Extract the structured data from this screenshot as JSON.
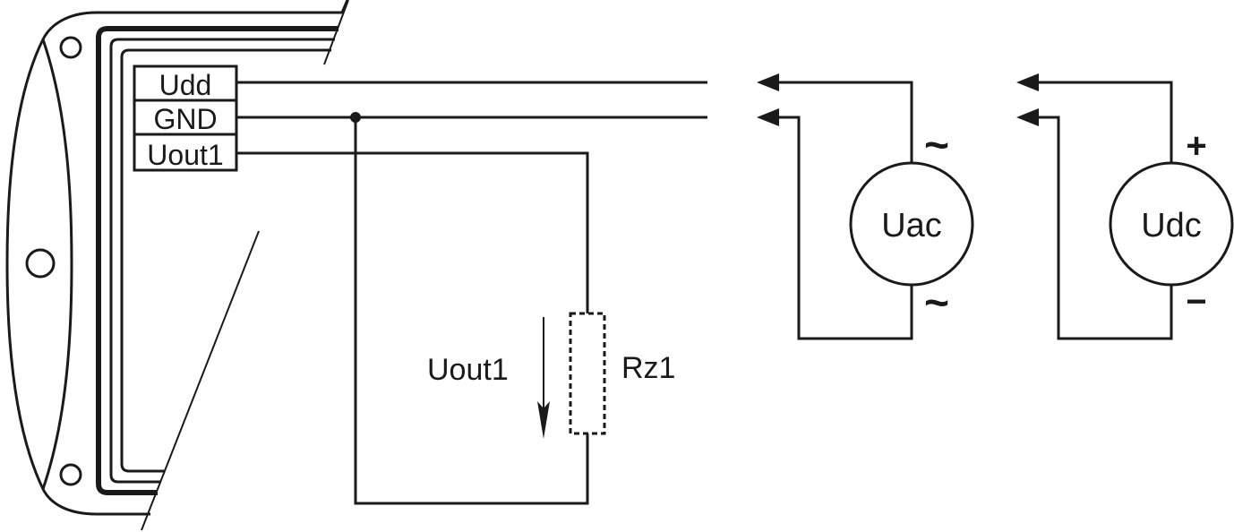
{
  "terminals": {
    "udd": "Udd",
    "gnd": "GND",
    "uout1": "Uout1"
  },
  "load": {
    "voltage_label": "Uout1",
    "resistor_label": "Rz1"
  },
  "sources": {
    "ac": {
      "label": "Uac",
      "top_symbol": "~",
      "bottom_symbol": "~"
    },
    "dc": {
      "label": "Udc",
      "plus_symbol": "+",
      "minus_symbol": "−"
    }
  },
  "colors": {
    "ink": "#1a1a1a",
    "background": "#ffffff"
  }
}
